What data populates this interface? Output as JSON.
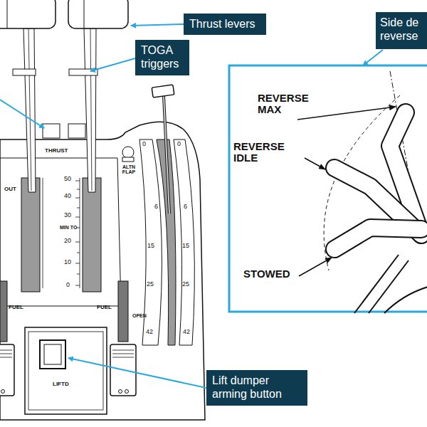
{
  "diagram": {
    "nodes": [
      {
        "text": [
          "Thrust levers"
        ]
      },
      {
        "text": [
          "TOGA triggers"
        ]
      },
      {
        "text": [
          "Side de reverse"
        ]
      },
      {
        "text": [
          "Lift dumper arming button"
        ]
      }
    ],
    "labels": [
      "THRUST",
      "50",
      "40",
      "30",
      "MIN TO",
      "20",
      "10",
      "0",
      "ALTN FLAP",
      "0",
      "0",
      "6",
      "6",
      "15",
      "15",
      "25",
      "25",
      "42",
      "42",
      "FUEL",
      "FUEL",
      "OPEN",
      "LIFTD",
      "OUT",
      "REVERSE MAX",
      "REVERSE IDLE",
      "STOWED"
    ]
  }
}
